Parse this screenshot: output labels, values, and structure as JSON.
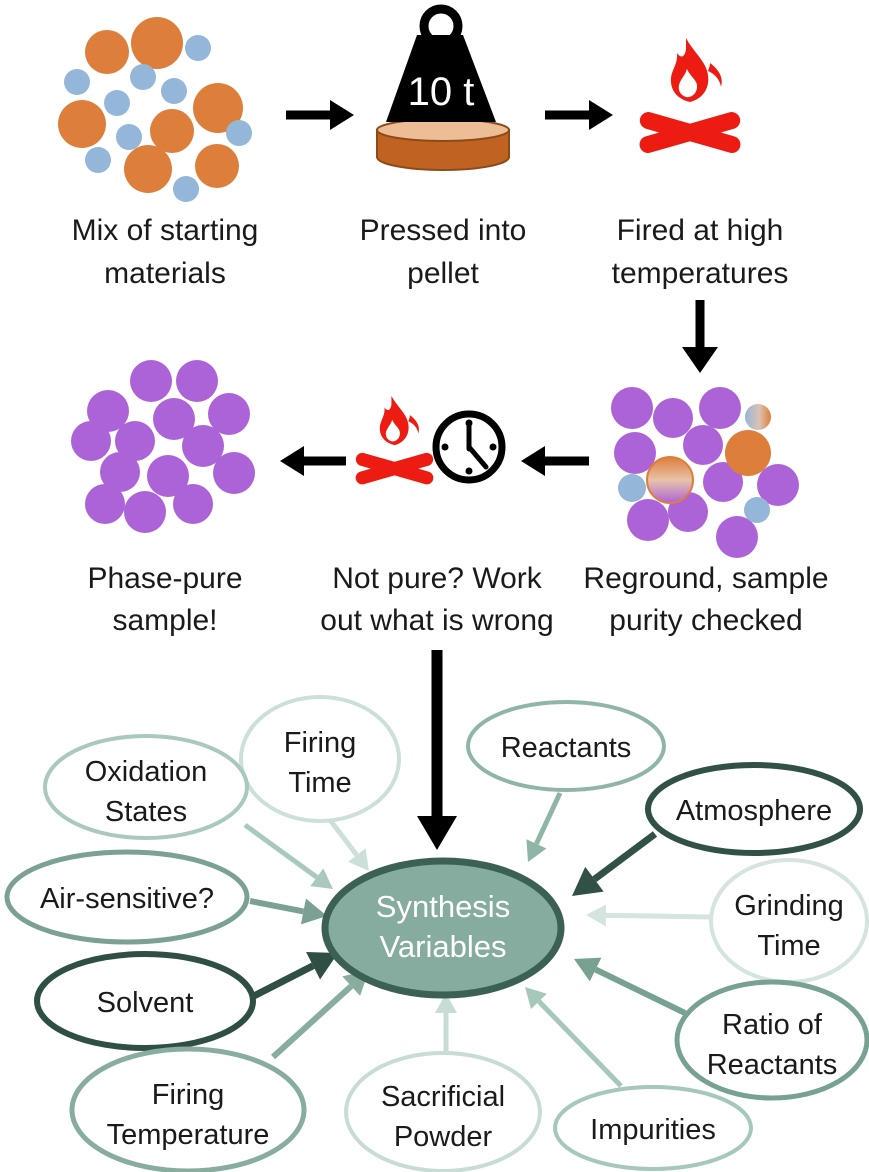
{
  "palette": {
    "orange": "#DD7E3B",
    "blue": "#94B6D8",
    "purple": "#AC63D8",
    "red": "#EC1C13",
    "black": "#000000",
    "text": "#1A1A1A",
    "white": "#FFFFFF",
    "pellet_body": "#BF6222",
    "pellet_top": "#EDBD96",
    "pellet_outline": "#8C4A17"
  },
  "icons": {
    "weight": "weight-icon",
    "pellet": "pellet-icon",
    "fire": "fire-icon",
    "clock": "clock-icon",
    "arrow": "arrow-icon"
  },
  "flow": {
    "weight_label": "10 t",
    "steps": [
      {
        "label_lines": [
          "Mix of starting",
          "materials"
        ]
      },
      {
        "label_lines": [
          "Pressed into",
          "pellet"
        ]
      },
      {
        "label_lines": [
          "Fired at high",
          "temperatures"
        ]
      },
      {
        "label_lines": [
          "Reground, sample",
          "purity checked"
        ]
      },
      {
        "label_lines": [
          "Not pure? Work",
          "out what is wrong"
        ]
      },
      {
        "label_lines": [
          "Phase-pure",
          "sample!"
        ]
      }
    ]
  },
  "mindmap": {
    "center": {
      "label_lines": [
        "Synthesis",
        "Variables"
      ],
      "fill": "#86AC9F",
      "stroke": "#3C6153",
      "text_color": "#FFFFFF"
    },
    "nodes": [
      {
        "label_lines": [
          "Firing",
          "Time"
        ],
        "color": "#CDE0D8"
      },
      {
        "label_lines": [
          "Oxidation",
          "States"
        ],
        "color": "#A9C9BC"
      },
      {
        "label_lines": [
          "Reactants"
        ],
        "color": "#8FB5A6"
      },
      {
        "label_lines": [
          "Atmosphere"
        ],
        "color": "#315146"
      },
      {
        "label_lines": [
          "Air-sensitive?"
        ],
        "color": "#7BA194"
      },
      {
        "label_lines": [
          "Grinding",
          "Time"
        ],
        "color": "#D5E4DE"
      },
      {
        "label_lines": [
          "Solvent"
        ],
        "color": "#2F4F44"
      },
      {
        "label_lines": [
          "Firing",
          "Temperature"
        ],
        "color": "#88AC9E"
      },
      {
        "label_lines": [
          "Sacrificial",
          "Powder"
        ],
        "color": "#C7DCD4"
      },
      {
        "label_lines": [
          "Impurities"
        ],
        "color": "#A5C8BA"
      },
      {
        "label_lines": [
          "Ratio of",
          "Reactants"
        ],
        "color": "#77A291"
      }
    ]
  }
}
